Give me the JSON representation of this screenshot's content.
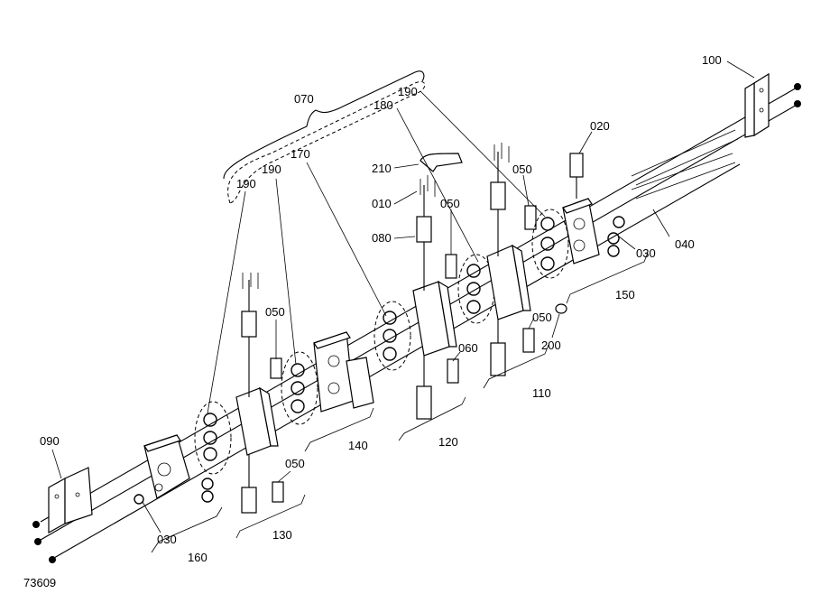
{
  "labels": {
    "l100": "100",
    "l020": "020",
    "l070": "070",
    "l190a": "190",
    "l180": "180",
    "l170": "170",
    "l190b": "190",
    "l190c": "190",
    "l210": "210",
    "l010": "010",
    "l050a": "050",
    "l050b": "050",
    "l050c": "050",
    "l050d": "050",
    "l050e": "050",
    "l080": "080",
    "l030a": "030",
    "l030b": "030",
    "l040": "040",
    "l150": "150",
    "l060": "060",
    "l200": "200",
    "l110": "110",
    "l120": "120",
    "l140": "140",
    "l090": "090",
    "l130": "130",
    "l160": "160"
  },
  "drawing_number": "73609"
}
